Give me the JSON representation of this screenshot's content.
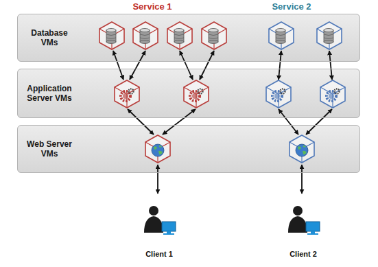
{
  "diagram": {
    "nodes": [
      {
        "text": [
          "Database VMs"
        ]
      },
      {
        "text": [
          "Application Server VMs"
        ]
      },
      {
        "text": [
          "Web Server VMs"
        ]
      }
    ],
    "labels": [
      "Service 1",
      "Service 2",
      "Client 1",
      "Client 2"
    ]
  }
}
